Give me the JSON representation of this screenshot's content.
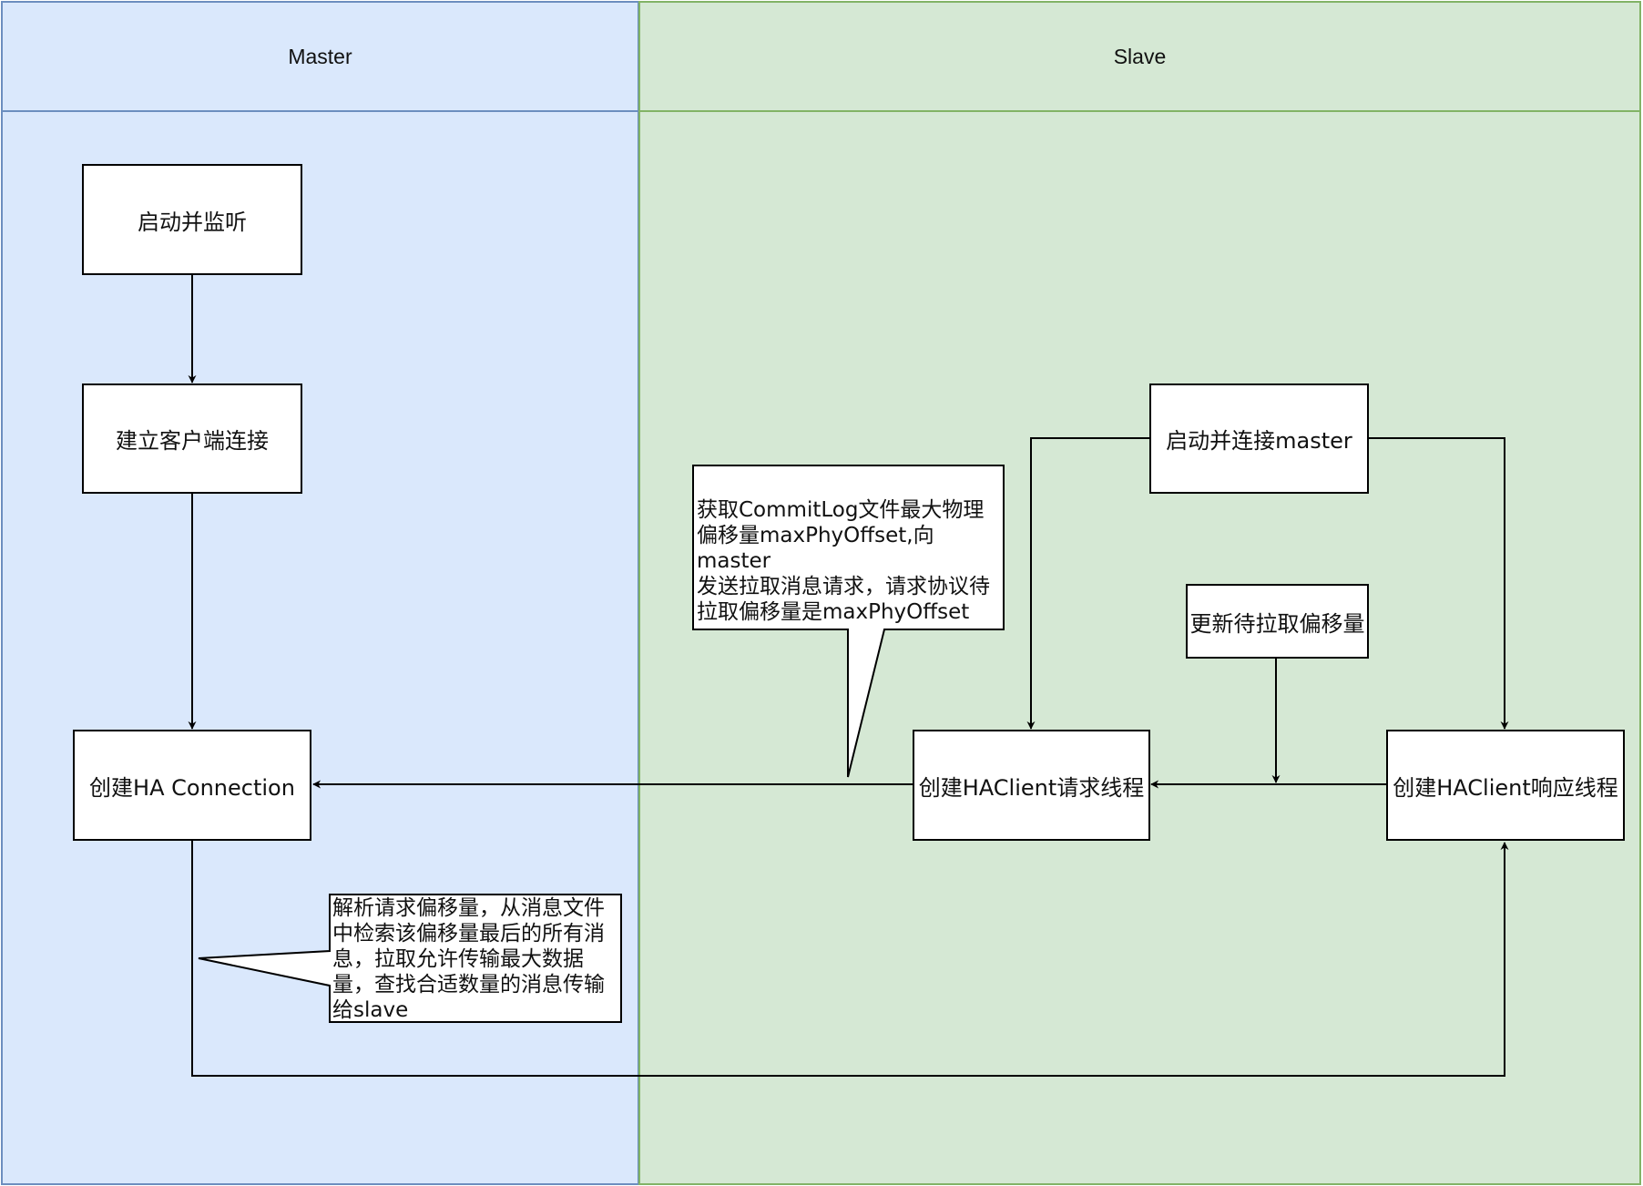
{
  "lanes": {
    "master": {
      "title": "Master",
      "fill": "#dae8fc",
      "stroke": "#6c8ebf"
    },
    "slave": {
      "title": "Slave",
      "fill": "#d5e8d4",
      "stroke": "#82b366"
    }
  },
  "nodes": {
    "start_listen": "启动并监听",
    "establish_client_connection": "建立客户端连接",
    "create_ha_connection": "创建HA Connection",
    "start_connect_master": "启动并连接master",
    "update_pull_offset": "更新待拉取偏移量",
    "create_haclient_request_thread": "创建HAClient请求线程",
    "create_haclient_response_thread": "创建HAClient响应线程"
  },
  "callouts": {
    "slave_request": "获取CommitLog文件最大物理\n偏移量maxPhyOffset,向master\n发送拉取消息请求，请求协议待\n拉取偏移量是maxPhyOffset",
    "master_response": "解析请求偏移量，从消息文件\n中检索该偏移量最后的所有消\n息，拉取允许传输最大数据\n量，查找合适数量的消息传输\n给slave"
  },
  "edges": [
    {
      "from": "start_listen",
      "to": "establish_client_connection"
    },
    {
      "from": "establish_client_connection",
      "to": "create_ha_connection"
    },
    {
      "from": "start_connect_master",
      "to": "create_haclient_request_thread"
    },
    {
      "from": "start_connect_master",
      "to": "create_haclient_response_thread"
    },
    {
      "from": "update_pull_offset",
      "to": "edge:response_to_request"
    },
    {
      "from": "create_haclient_response_thread",
      "to": "create_haclient_request_thread"
    },
    {
      "from": "create_haclient_request_thread",
      "to": "create_ha_connection"
    },
    {
      "from": "create_ha_connection",
      "to": "create_haclient_response_thread"
    }
  ],
  "colors": {
    "line": "#000000",
    "node_fill": "#ffffff",
    "node_stroke": "#000000"
  }
}
